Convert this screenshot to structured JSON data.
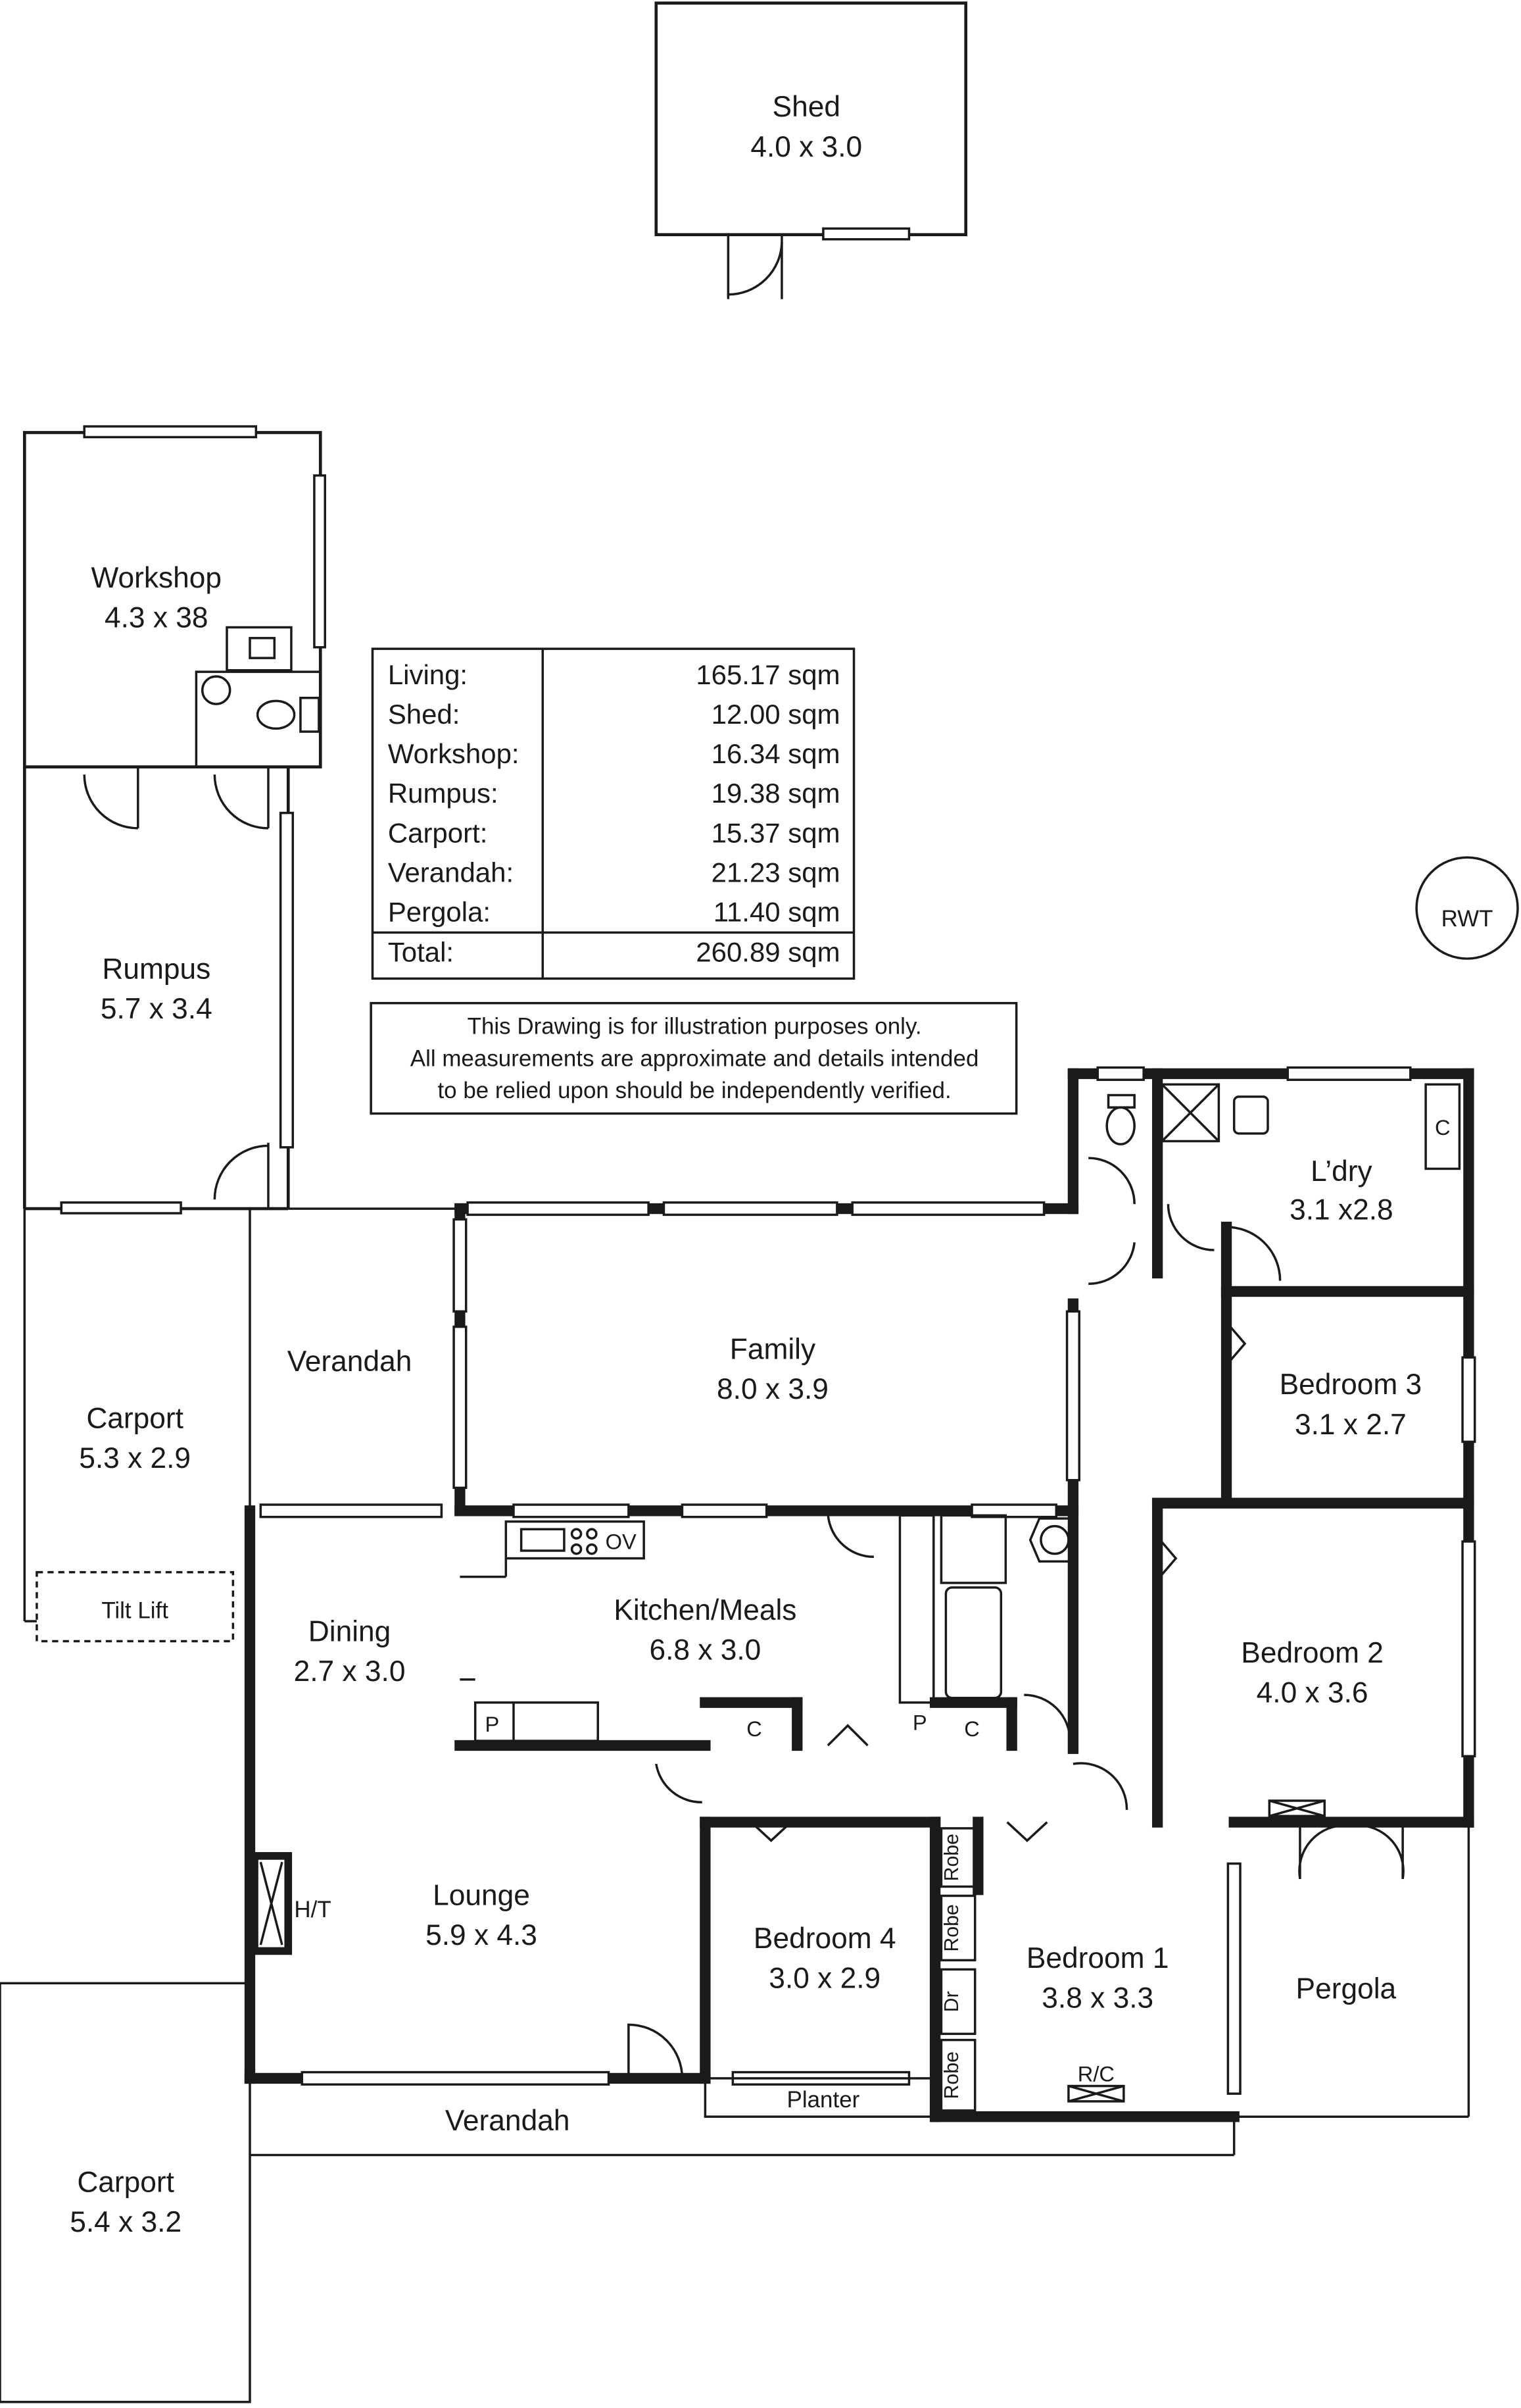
{
  "rooms": {
    "shed": {
      "name": "Shed",
      "dim": "4.0 x 3.0"
    },
    "workshop": {
      "name": "Workshop",
      "dim": "4.3 x 38"
    },
    "rumpus": {
      "name": "Rumpus",
      "dim": "5.7 x 3.4"
    },
    "carport_top": {
      "name": "Carport",
      "dim": "5.3 x 2.9"
    },
    "verandah_side": {
      "name": "Verandah"
    },
    "family": {
      "name": "Family",
      "dim": "8.0 x 3.9"
    },
    "laundry": {
      "name": "L’dry",
      "dim": "3.1 x2.8"
    },
    "bedroom3": {
      "name": "Bedroom 3",
      "dim": "3.1 x 2.7"
    },
    "kitchen": {
      "name": "Kitchen/Meals",
      "dim": "6.8 x 3.0"
    },
    "dining": {
      "name": "Dining",
      "dim": "2.7 x 3.0"
    },
    "bedroom2": {
      "name": "Bedroom 2",
      "dim": "4.0 x 3.6"
    },
    "lounge": {
      "name": "Lounge",
      "dim": "5.9 x 4.3"
    },
    "bedroom4": {
      "name": "Bedroom 4",
      "dim": "3.0 x 2.9"
    },
    "bedroom1": {
      "name": "Bedroom 1",
      "dim": "3.8 x 3.3"
    },
    "pergola": {
      "name": "Pergola"
    },
    "verandah_front": {
      "name": "Verandah"
    },
    "carport_bottom": {
      "name": "Carport",
      "dim": "5.4 x 3.2"
    }
  },
  "labels": {
    "tilt_lift": "Tilt Lift",
    "rwt": "RWT",
    "planter": "Planter",
    "heater": "H/T",
    "rc": "R/C",
    "oven": "OV",
    "pantry": "P",
    "cupboard": "C",
    "robe": "Robe",
    "drawers": "Dr"
  },
  "area_table": {
    "rows": [
      {
        "label": "Living:",
        "value": "165.17 sqm"
      },
      {
        "label": "Shed:",
        "value": "12.00 sqm"
      },
      {
        "label": "Workshop:",
        "value": "16.34 sqm"
      },
      {
        "label": "Rumpus:",
        "value": "19.38 sqm"
      },
      {
        "label": "Carport:",
        "value": "15.37 sqm"
      },
      {
        "label": "Verandah:",
        "value": "21.23 sqm"
      },
      {
        "label": "Pergola:",
        "value": "11.40 sqm"
      }
    ],
    "total": {
      "label": "Total:",
      "value": "260.89 sqm"
    }
  },
  "disclaimer": [
    "This Drawing is for illustration purposes only.",
    "All measurements are approximate and details intended",
    "to be relied upon should be independently verified."
  ]
}
